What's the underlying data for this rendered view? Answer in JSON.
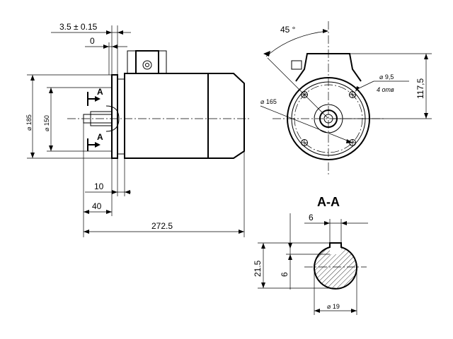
{
  "dimensions": {
    "flange_offset": "3.5 ± 0.15",
    "zero": "0",
    "dia_185": "⌀ 185",
    "dia_150": "⌀ 150",
    "dim_10": "10",
    "dim_40": "40",
    "length": "272.5",
    "angle": "45 °",
    "dia_165": "⌀ 165",
    "hole_dia": "⌀ 9,5",
    "hole_count": "4 отв",
    "height_1175": "117,5",
    "key_width": "6",
    "key_depth": "6",
    "shaft_height": "21.5",
    "shaft_dia": "⌀ 19"
  },
  "labels": {
    "section_a_top": "A",
    "section_a_bottom": "A",
    "section_title": "A-A"
  }
}
